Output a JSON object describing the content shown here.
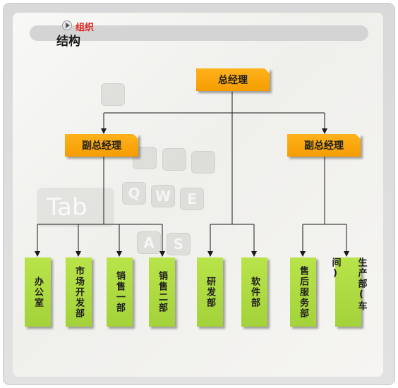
{
  "header": {
    "icon": "play-circle-icon",
    "small_title": "组织",
    "title": "结构"
  },
  "org": {
    "ceo": "总经理",
    "vps": [
      "副总经理",
      "副总经理"
    ],
    "departments": [
      "办公室",
      "市场开发部",
      "销售一部",
      "销售二部",
      "研发部",
      "软件部",
      "售后服务部",
      "生产部(车间)"
    ]
  },
  "colors": {
    "manager_box": "#f5a10a",
    "department_box": "#a8d63c",
    "connector": "#1a1a1a"
  }
}
